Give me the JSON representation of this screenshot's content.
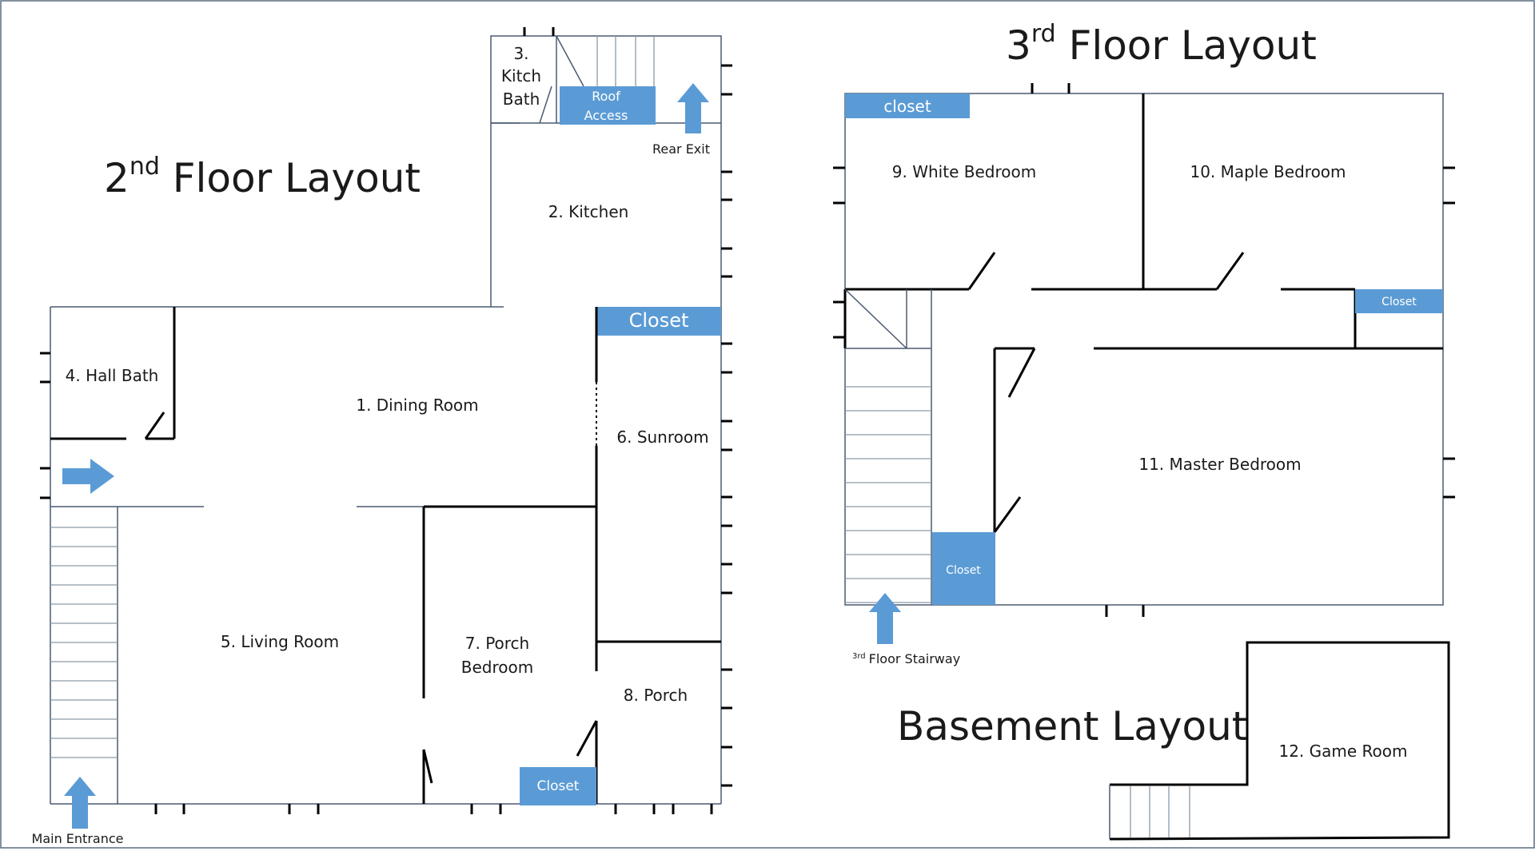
{
  "colors": {
    "accent": "#5b9bd5",
    "wall": "#000000",
    "frame": "#5a6b80"
  },
  "titles": {
    "second": {
      "main": "2",
      "sup": "nd",
      "rest": " Floor Layout"
    },
    "third": {
      "main": "3",
      "sup": "rd",
      "rest": " Floor Layout"
    },
    "basement": "Basement Layout"
  },
  "rooms": {
    "dining": "1. Dining Room",
    "kitchen": "2. Kitchen",
    "kitch_bath": [
      "3.",
      "Kitch",
      "Bath"
    ],
    "hall_bath": "4. Hall Bath",
    "living": "5. Living Room",
    "sunroom": "6. Sunroom",
    "porch_bedroom": [
      "7. Porch",
      "Bedroom"
    ],
    "porch": "8. Porch",
    "white_bedroom": "9. White Bedroom",
    "maple_bedroom": "10. Maple Bedroom",
    "master_bedroom": "11. Master Bedroom",
    "game_room": "12. Game Room"
  },
  "labels": {
    "roof_access": [
      "Roof",
      "Access"
    ],
    "rear_exit": "Rear Exit",
    "main_entrance": "Main Entrance",
    "stairway": {
      "sup": "3rd",
      "rest": "Floor Stairway"
    },
    "closet_2f_top": "Closet",
    "closet_2f_bottom": "Closet",
    "closet_3f_top": "closet",
    "closet_3f_right": "Closet",
    "closet_3f_bottom": "Closet"
  }
}
